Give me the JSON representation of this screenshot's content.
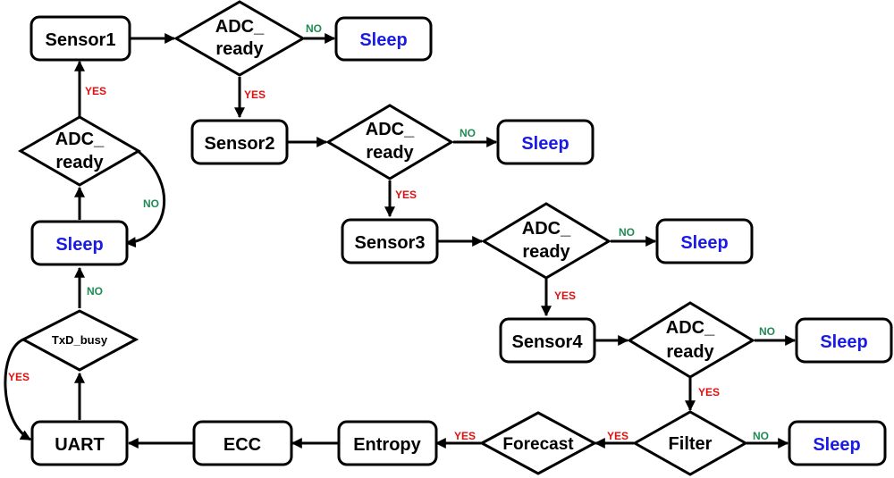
{
  "nodes": {
    "sensor1": "Sensor1",
    "sensor2": "Sensor2",
    "sensor3": "Sensor3",
    "sensor4": "Sensor4",
    "sleep1": "Sleep",
    "sleep2": "Sleep",
    "sleep3": "Sleep",
    "sleep4": "Sleep",
    "sleep5": "Sleep",
    "sleep_left": "Sleep",
    "adc1": [
      "ADC_",
      "ready"
    ],
    "adc2": [
      "ADC_",
      "ready"
    ],
    "adc3": [
      "ADC_",
      "ready"
    ],
    "adc4": [
      "ADC_",
      "ready"
    ],
    "adc_left": [
      "ADC_",
      "ready"
    ],
    "filter": "Filter",
    "forecast": "Forecast",
    "entropy": "Entropy",
    "ecc": "ECC",
    "uart": "UART",
    "txd_busy": "TxD_busy"
  },
  "edge_labels": {
    "yes": "YES",
    "no": "NO"
  },
  "colors": {
    "sleep_text": "#1a1ae6",
    "yes_label": "#e01010",
    "no_label": "#1f8a55"
  }
}
